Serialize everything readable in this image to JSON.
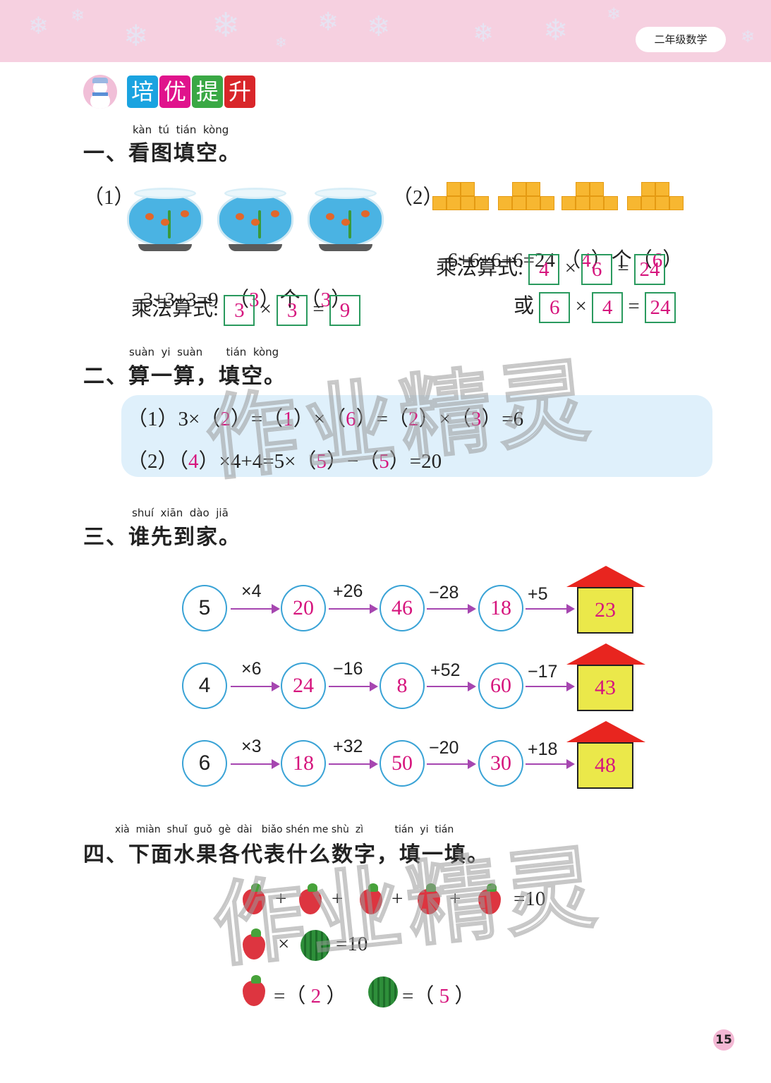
{
  "header": {
    "grade_label": "二年级数学",
    "background_color": "#f6d0e0"
  },
  "section_badge": {
    "tiles": [
      {
        "char": "培",
        "color": "#1aa3e0"
      },
      {
        "char": "优",
        "color": "#e0138c"
      },
      {
        "char": "提",
        "color": "#3aa845"
      },
      {
        "char": "升",
        "color": "#d9262a"
      }
    ]
  },
  "section1": {
    "number": "一、",
    "pinyin": "kàn  tú  tián  kòng",
    "title": "看图填空。",
    "part1": {
      "label": "（1）",
      "equation": "3+3+3=9",
      "open1": "（",
      "count_groups": "3",
      "close_ge": "）个（",
      "count_each": "3",
      "close": "）",
      "mult_label": "乘法算式:",
      "boxes": [
        "3",
        "3",
        "9"
      ],
      "times": "×",
      "equals": "="
    },
    "part2": {
      "label": "（2）",
      "equation": "6+6+6+6=24",
      "open1": "（",
      "count_groups": "4",
      "close_ge": "）个（",
      "count_each": "6",
      "close": "）",
      "mult_label": "乘法算式:",
      "boxes_a": [
        "4",
        "6",
        "24"
      ],
      "or_label": "或",
      "boxes_b": [
        "6",
        "4",
        "24"
      ],
      "times": "×",
      "equals": "="
    }
  },
  "section2": {
    "number": "二、",
    "pinyin": "suàn  yi  suàn       tián  kòng",
    "title": "算一算，填空。",
    "line1": {
      "label": "（1）3×（",
      "a": "2",
      "t1": "）=（",
      "b": "1",
      "t2": "）×（",
      "c": "6",
      "t3": "）=（",
      "d": "2",
      "t4": "）×（",
      "e": "3",
      "t5": "）=6"
    },
    "line2": {
      "label": "（2）（",
      "a": "4",
      "t1": "）×4+4=5×（",
      "b": "5",
      "t2": "）−（",
      "c": "5",
      "t3": "）=20"
    }
  },
  "section3": {
    "number": "三、",
    "pinyin": "shuí  xiān  dào  jiā",
    "title": "谁先到家。",
    "chains": [
      {
        "start": "5",
        "ops": [
          "×4",
          "+26",
          "−28",
          "+5"
        ],
        "values": [
          "20",
          "46",
          "18"
        ],
        "home": "23"
      },
      {
        "start": "4",
        "ops": [
          "×6",
          "−16",
          "+52",
          "−17"
        ],
        "values": [
          "24",
          "8",
          "60"
        ],
        "home": "43"
      },
      {
        "start": "6",
        "ops": [
          "×3",
          "+32",
          "−20",
          "+18"
        ],
        "values": [
          "18",
          "50",
          "30"
        ],
        "home": "48"
      }
    ]
  },
  "section4": {
    "number": "四、",
    "pinyin": "xià  miàn  shuǐ  guǒ  gè  dài   biǎo shén me shù  zì          tián  yi  tián",
    "title": "下面水果各代表什么数字，填一填。",
    "eq1": {
      "plus": "+",
      "result": "=10"
    },
    "eq2": {
      "times": "×",
      "result": "=10"
    },
    "answers": {
      "strawberry_prefix": "=（",
      "strawberry_value": "2",
      "strawberry_suffix": "）",
      "watermelon_prefix": "=（",
      "watermelon_value": "5",
      "watermelon_suffix": "）"
    }
  },
  "watermark": "作业精灵",
  "page_number": "15"
}
